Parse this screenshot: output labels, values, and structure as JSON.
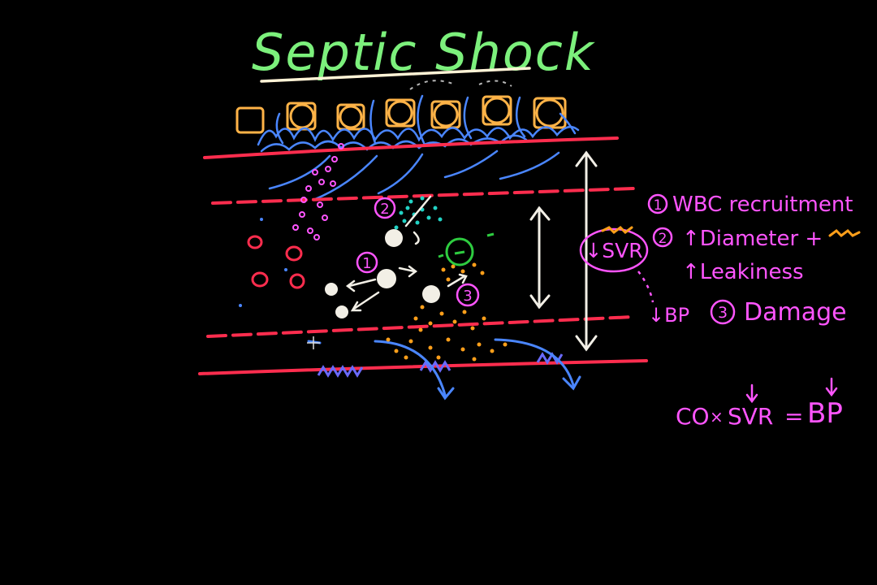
{
  "title": "Septic Shock",
  "labels": {
    "mark_1": "1",
    "mark_2": "2",
    "mark_3": "3",
    "svr_circle": "↓SVR",
    "bp_note": "↓BP"
  },
  "notes": [
    {
      "number": "1",
      "text": "WBC recruitment"
    },
    {
      "number": "2",
      "text": "↑Diameter +"
    },
    {
      "number": "",
      "text": "↑Leakiness"
    },
    {
      "number": "3",
      "text": "Damage"
    }
  ],
  "equation": {
    "left_a": "CO",
    "operator": "×",
    "left_b": "SVR",
    "equals": "=",
    "right": "BP"
  },
  "colors": {
    "background": "#000000",
    "title": "#7cf07c",
    "underline": "#fff3d6",
    "vessel_wall": "#ff2d4e",
    "tissue_cells": "#ffb347",
    "nerve_lines": "#4a86ff",
    "annotation": "#ff55ff",
    "white_cells": "#f2efe6",
    "arrows": "#f2efe6",
    "leak_dots": "#ff9f1a",
    "cytokine_dots": "#22d3c5",
    "green_cell": "#2ecc40"
  }
}
